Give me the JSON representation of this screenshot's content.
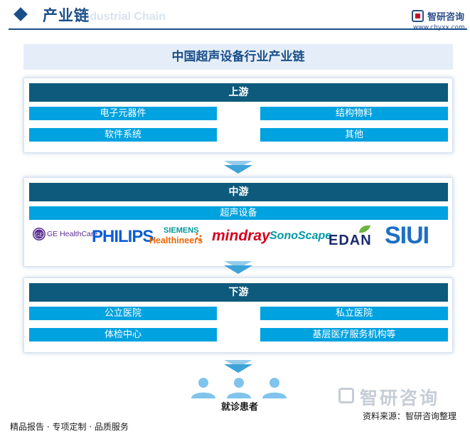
{
  "header": {
    "title": "产业链",
    "subtitle": "Industrial Chain",
    "logo_name": "智研咨询",
    "logo_url": "www.chyxx.com"
  },
  "diagram": {
    "title": "中国超声设备行业产业链",
    "upstream": {
      "label": "上游",
      "items": [
        "电子元器件",
        "结构物料",
        "软件系统",
        "其他"
      ]
    },
    "midstream": {
      "label": "中游",
      "item": "超声设备",
      "brands": [
        "GE HealthCare",
        "PHILIPS",
        "SIEMENS",
        "Healthineers",
        "mindray",
        "SonoScape",
        "EDAN",
        "SIUI"
      ]
    },
    "downstream": {
      "label": "下游",
      "items": [
        "公立医院",
        "私立医院",
        "体检中心",
        "基层医疗服务机构等"
      ]
    },
    "end": {
      "label": "就诊患者"
    }
  },
  "footer": {
    "services": "精品报告 · 专项定制 · 品质服务",
    "source": "资料来源：智研咨询整理",
    "watermark": "智研咨询"
  },
  "colors": {
    "primary": "#1a4f8a",
    "bar": "#0e5a7c",
    "cell": "#00a2e0",
    "arrow": "#3ea3d9",
    "people": "#7fc4ec"
  }
}
